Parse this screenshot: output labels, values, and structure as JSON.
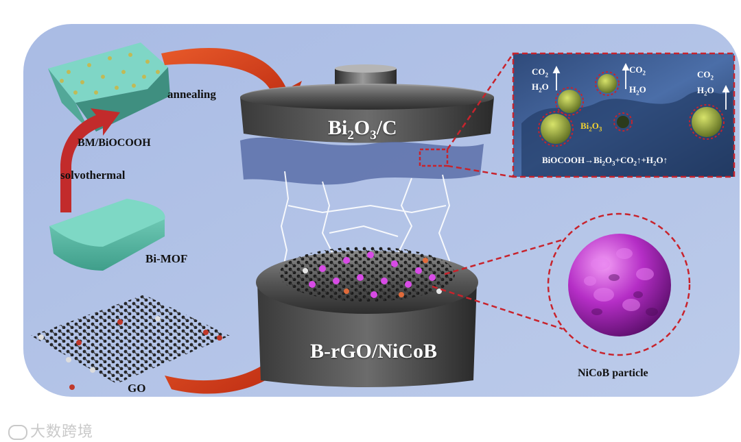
{
  "labels": {
    "bm_biocooh": "BM/BiOCOOH",
    "annealing": "annealing",
    "solvothermal": "solvothermal",
    "bi_mof": "Bi-MOF",
    "go": "GO",
    "nicob_particle": "NiCoB particle"
  },
  "plates": {
    "top": {
      "main": "Bi",
      "sub1": "2",
      "mid": "O",
      "sub2": "3",
      "tail": "/C"
    },
    "bottom": "B-rGO/NiCoB"
  },
  "inset": {
    "co2_left": {
      "main": "CO",
      "sub": "2"
    },
    "h2o_left": {
      "h": "H",
      "sub": "2",
      "o": "O"
    },
    "co2_mid": {
      "main": "CO",
      "sub": "2"
    },
    "h2o_mid": {
      "h": "H",
      "sub": "2",
      "o": "O"
    },
    "co2_right": {
      "main": "CO",
      "sub": "2"
    },
    "h2o_right": {
      "h": "H",
      "sub": "2",
      "o": "O"
    },
    "bi2o3": {
      "main": "Bi",
      "sub1": "2",
      "mid": "O",
      "sub2": "3"
    },
    "reaction": {
      "a": "BiOCOOH→Bi",
      "s1": "2",
      "b": "O",
      "s2": "3",
      "c": "+CO",
      "s3": "2",
      "d": "↑+H",
      "s4": "2",
      "e": "O↑"
    }
  },
  "watermark": "大数跨境",
  "colors": {
    "background": "#b4c4e6",
    "arrow_red": "#d2371c",
    "dashed_red": "#c8232c",
    "plate_dark": "#3b3b3b",
    "nicob_magenta": "#b324c4",
    "bimof_teal": "#58c0ab"
  }
}
